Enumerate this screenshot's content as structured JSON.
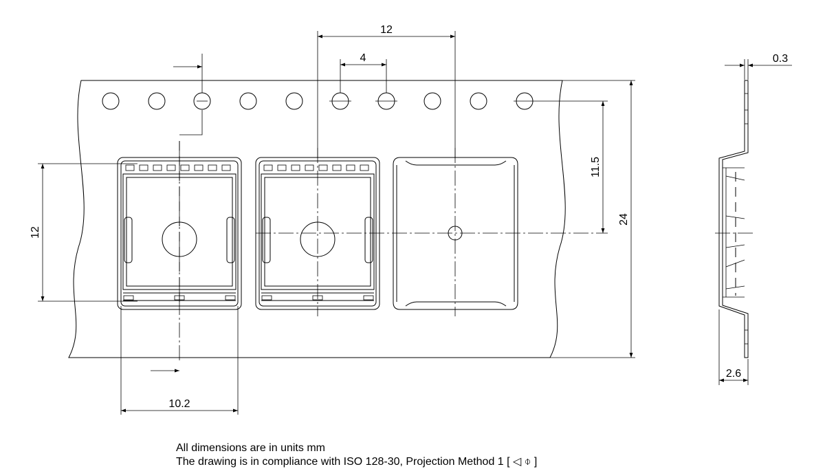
{
  "dimensions": {
    "pitch_12": "12",
    "hole_pitch_4": "4",
    "offset_11_5": "11.5",
    "width_24": "24",
    "pocket_12": "12",
    "pocket_10_2": "10.2",
    "thickness_0_3": "0.3",
    "depth_2_6": "2.6"
  },
  "notes": {
    "line1": "All dimensions are in units mm",
    "line2": "The drawing is in compliance with ISO 128-30, Projection Method 1 [ ◁ ⌽ ]"
  }
}
